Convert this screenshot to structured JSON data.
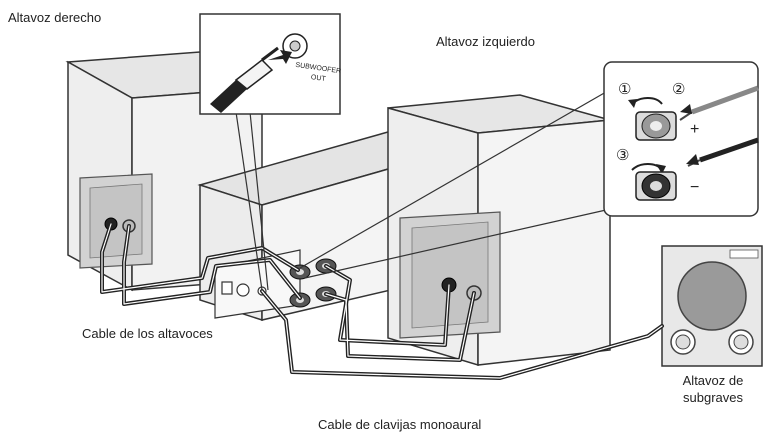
{
  "labels": {
    "right_speaker": "Altavoz derecho",
    "left_speaker": "Altavoz izquierdo",
    "speaker_cables": "Cable de los altavoces",
    "mono_pin_cable": "Cable de clavijas monoaural",
    "subwoofer_line1": "Altavoz de",
    "subwoofer_line2": "subgraves"
  },
  "inset_subwoofer": {
    "jack_label_line1": "SUBWOOFER",
    "jack_label_line2": "OUT"
  },
  "inset_terminal": {
    "steps": [
      "①",
      "②",
      "③"
    ],
    "plus_sign": "+",
    "minus_sign": "−"
  }
}
